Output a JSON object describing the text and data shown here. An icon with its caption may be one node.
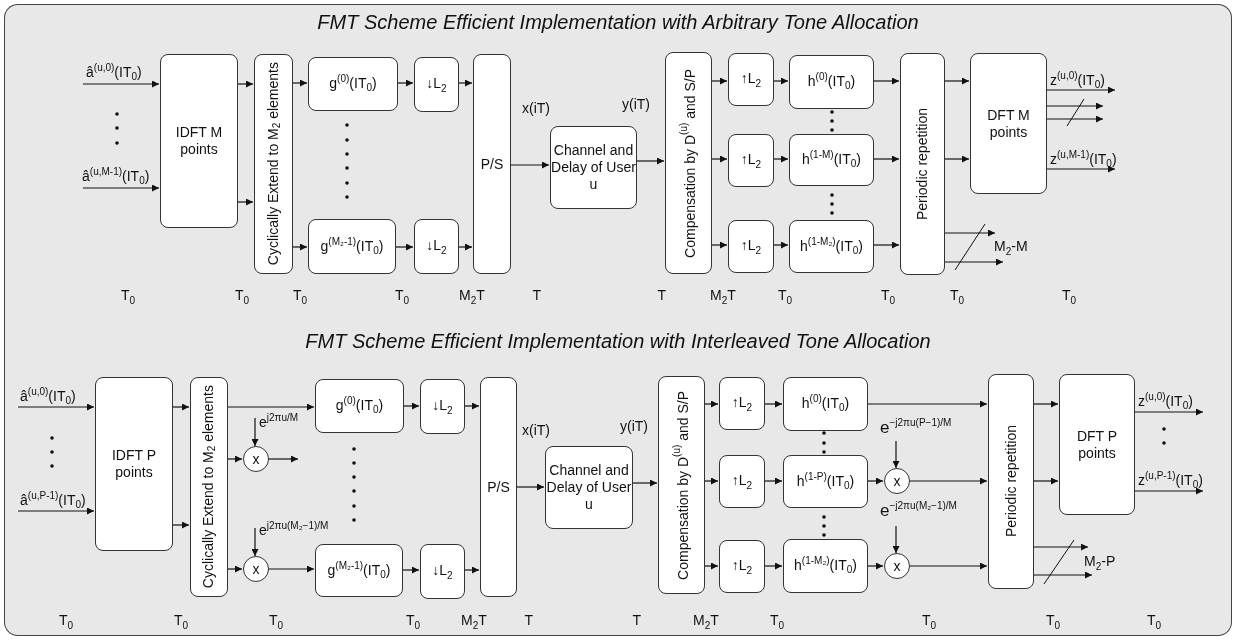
{
  "diagram": {
    "nodes": [
      {
        "text": [
          "FMT Scheme Efficient Implementation with Arbitrary Tone Allocation"
        ]
      },
      {
        "text": [
          "IDFT M points"
        ],
        "in": 0
      },
      {
        "text": [
          "Cyclically Extend to M$_{2}$ elements"
        ],
        "in": 0
      },
      {
        "text": [
          "g$^{(0)}$(IT$_{0}$)"
        ],
        "in": 0
      },
      {
        "text": [
          "g$^{(M₂-1)}$(IT$_{0}$)"
        ],
        "in": 0
      },
      {
        "text": [
          "↓L$_{2}$"
        ],
        "in": 0
      },
      {
        "text": [
          "↓L$_{2}$"
        ],
        "in": 0
      },
      {
        "text": [
          "P/S"
        ],
        "in": 0
      },
      {
        "text": [
          "Channel and Delay of User u"
        ],
        "in": 0
      },
      {
        "text": [
          "Compensation by D$^{(u)}$ and S/P"
        ],
        "in": 0
      },
      {
        "text": [
          "↑L$_{2}$"
        ],
        "in": 0
      },
      {
        "text": [
          "↑L$_{2}$"
        ],
        "in": 0
      },
      {
        "text": [
          "↑L$_{2}$"
        ],
        "in": 0
      },
      {
        "text": [
          "h$^{(0)}$(IT$_{0}$)"
        ],
        "in": 0
      },
      {
        "text": [
          "h$^{(1-M)}$(IT$_{0}$)"
        ],
        "in": 0
      },
      {
        "text": [
          "h$^{(1-M₂)}$(IT$_{0}$)"
        ],
        "in": 0
      },
      {
        "text": [
          "Periodic repetition"
        ],
        "in": 0
      },
      {
        "text": [
          "DFT M points"
        ],
        "in": 0
      },
      {
        "text": [
          "FMT Scheme Efficient Implementation with Interleaved Tone Allocation"
        ]
      },
      {
        "text": [
          "IDFT P points"
        ],
        "in": 18
      },
      {
        "text": [
          "Cyclically Extend to M$_{2}$ elements"
        ],
        "in": 18
      },
      {
        "text": [
          "x"
        ],
        "in": 18
      },
      {
        "text": [
          "x"
        ],
        "in": 18
      },
      {
        "text": [
          "g$^{(0)}$(IT$_{0}$)"
        ],
        "in": 18
      },
      {
        "text": [
          "g$^{(M₂-1)}$(IT$_{0}$)"
        ],
        "in": 18
      },
      {
        "text": [
          "↓L$_{2}$"
        ],
        "in": 18
      },
      {
        "text": [
          "↓L$_{2}$"
        ],
        "in": 18
      },
      {
        "text": [
          "P/S"
        ],
        "in": 18
      },
      {
        "text": [
          "Channel and Delay of User u"
        ],
        "in": 18
      },
      {
        "text": [
          "Compensation by D$^{(u)}$ and S/P"
        ],
        "in": 18
      },
      {
        "text": [
          "↑L$_{2}$"
        ],
        "in": 18
      },
      {
        "text": [
          "↑L$_{2}$"
        ],
        "in": 18
      },
      {
        "text": [
          "↑L$_{2}$"
        ],
        "in": 18
      },
      {
        "text": [
          "h$^{(0)}$(IT$_{0}$)"
        ],
        "in": 18
      },
      {
        "text": [
          "h$^{(1-P)}$(IT$_{0}$)"
        ],
        "in": 18
      },
      {
        "text": [
          "h$^{(1-M₂)}$(IT$_{0}$)"
        ],
        "in": 18
      },
      {
        "text": [
          "x"
        ],
        "in": 18
      },
      {
        "text": [
          "x"
        ],
        "in": 18
      },
      {
        "text": [
          "Periodic repetition"
        ],
        "in": 18
      },
      {
        "text": [
          "DFT P points"
        ],
        "in": 18
      }
    ],
    "edges": [
      {
        "from": null,
        "to": 1,
        "arrow": "to",
        "label": "â$^{(u,0)}$(IT$_{0}$)"
      },
      {
        "from": null,
        "to": 1,
        "arrow": "to",
        "label": "â$^{(u,M-1)}$(IT$_{0}$)"
      },
      {
        "from": 1,
        "to": 2,
        "arrow": "to"
      },
      {
        "from": 1,
        "to": 2,
        "arrow": "to"
      },
      {
        "from": 2,
        "to": 3,
        "arrow": "to"
      },
      {
        "from": 2,
        "to": 4,
        "arrow": "to"
      },
      {
        "from": 3,
        "to": 5,
        "arrow": "to"
      },
      {
        "from": 4,
        "to": 6,
        "arrow": "to"
      },
      {
        "from": 5,
        "to": 7,
        "arrow": "to"
      },
      {
        "from": 6,
        "to": 7,
        "arrow": "to"
      },
      {
        "from": 7,
        "to": 8,
        "arrow": "to",
        "label": "x(iT)"
      },
      {
        "from": 8,
        "to": 9,
        "arrow": "to",
        "label": "y(iT)"
      },
      {
        "from": 9,
        "to": 10,
        "arrow": "to"
      },
      {
        "from": 9,
        "to": 11,
        "arrow": "to"
      },
      {
        "from": 9,
        "to": 12,
        "arrow": "to"
      },
      {
        "from": 10,
        "to": 13,
        "arrow": "to"
      },
      {
        "from": 11,
        "to": 14,
        "arrow": "to"
      },
      {
        "from": 12,
        "to": 15,
        "arrow": "to"
      },
      {
        "from": 13,
        "to": 16,
        "arrow": "to"
      },
      {
        "from": 14,
        "to": 16,
        "arrow": "to"
      },
      {
        "from": 15,
        "to": 16,
        "arrow": "to"
      },
      {
        "from": 16,
        "to": 17,
        "arrow": "to"
      },
      {
        "from": 16,
        "to": 17,
        "arrow": "to"
      },
      {
        "from": 16,
        "to": null,
        "arrow": "to"
      },
      {
        "from": 16,
        "to": null,
        "arrow": "to",
        "label": "M$_{2}$-M"
      },
      {
        "from": 17,
        "to": null,
        "arrow": "to",
        "label": "z$^{(u,0)}$(IT$_{0}$)"
      },
      {
        "from": 17,
        "to": null,
        "arrow": "to"
      },
      {
        "from": 17,
        "to": null,
        "arrow": "to"
      },
      {
        "from": 17,
        "to": null,
        "arrow": "to",
        "label": "z$^{(u,M-1)}$(IT$_{0}$)"
      },
      {
        "from": null,
        "to": 19,
        "arrow": "to",
        "label": "â$^{(u,0)}$(IT$_{0}$)"
      },
      {
        "from": null,
        "to": 19,
        "arrow": "to",
        "label": "â$^{(u,P-1)}$(IT$_{0}$)"
      },
      {
        "from": 19,
        "to": 20,
        "arrow": "to"
      },
      {
        "from": 19,
        "to": 20,
        "arrow": "to"
      },
      {
        "from": 20,
        "to": 23,
        "arrow": "to"
      },
      {
        "from": 20,
        "to": 21,
        "arrow": "to"
      },
      {
        "from": null,
        "to": 21,
        "arrow": "to",
        "label": "e$^{j2πu/M}$"
      },
      {
        "from": 21,
        "to": null,
        "arrow": "to"
      },
      {
        "from": 20,
        "to": 22,
        "arrow": "to"
      },
      {
        "from": null,
        "to": 22,
        "arrow": "to",
        "label": "e$^{j2πu(M₂−1)/M}$"
      },
      {
        "from": 22,
        "to": 24,
        "arrow": "to"
      },
      {
        "from": 23,
        "to": 25,
        "arrow": "to"
      },
      {
        "from": 24,
        "to": 26,
        "arrow": "to"
      },
      {
        "from": 25,
        "to": 27,
        "arrow": "to"
      },
      {
        "from": 26,
        "to": 27,
        "arrow": "to"
      },
      {
        "from": 27,
        "to": 28,
        "arrow": "to",
        "label": "x(iT)"
      },
      {
        "from": 28,
        "to": 29,
        "arrow": "to",
        "label": "y(iT)"
      },
      {
        "from": 29,
        "to": 30,
        "arrow": "to"
      },
      {
        "from": 29,
        "to": 31,
        "arrow": "to"
      },
      {
        "from": 29,
        "to": 32,
        "arrow": "to"
      },
      {
        "from": 30,
        "to": 33,
        "arrow": "to"
      },
      {
        "from": 31,
        "to": 34,
        "arrow": "to"
      },
      {
        "from": 32,
        "to": 35,
        "arrow": "to"
      },
      {
        "from": 33,
        "to": 38,
        "arrow": "to"
      },
      {
        "from": 34,
        "to": 36,
        "arrow": "to"
      },
      {
        "from": null,
        "to": 36,
        "arrow": "to",
        "label": "e$^{−j2πu(P−1)/M}$"
      },
      {
        "from": 36,
        "to": 38,
        "arrow": "to"
      },
      {
        "from": 35,
        "to": 37,
        "arrow": "to"
      },
      {
        "from": null,
        "to": 37,
        "arrow": "to",
        "label": "e$^{−j2πu(M₂−1)/M}$"
      },
      {
        "from": 37,
        "to": 38,
        "arrow": "to"
      },
      {
        "from": 38,
        "to": 39,
        "arrow": "to"
      },
      {
        "from": 38,
        "to": 39,
        "arrow": "to"
      },
      {
        "from": 38,
        "to": null,
        "arrow": "to"
      },
      {
        "from": 38,
        "to": null,
        "arrow": "to",
        "label": "M$_{2}$-P"
      },
      {
        "from": 39,
        "to": null,
        "arrow": "to",
        "label": "z$^{(u,0)}$(IT$_{0}$)"
      },
      {
        "from": 39,
        "to": null,
        "arrow": "to",
        "label": "z$^{(u,P-1)}$(IT$_{0}$)"
      }
    ],
    "labels": [
      "T$_{0}$",
      "T$_{0}$",
      "T$_{0}$",
      "T$_{0}$",
      "M$_{2}$T",
      "T",
      "T",
      "M$_{2}$T",
      "T$_{0}$",
      "T$_{0}$",
      "T$_{0}$",
      "T$_{0}$",
      "T$_{0}$",
      "T$_{0}$",
      "T$_{0}$",
      "T$_{0}$",
      "M$_{2}$T",
      "T",
      "T",
      "M$_{2}$T",
      "T$_{0}$",
      "T$_{0}$",
      "T$_{0}$",
      "T$_{0}$"
    ]
  }
}
